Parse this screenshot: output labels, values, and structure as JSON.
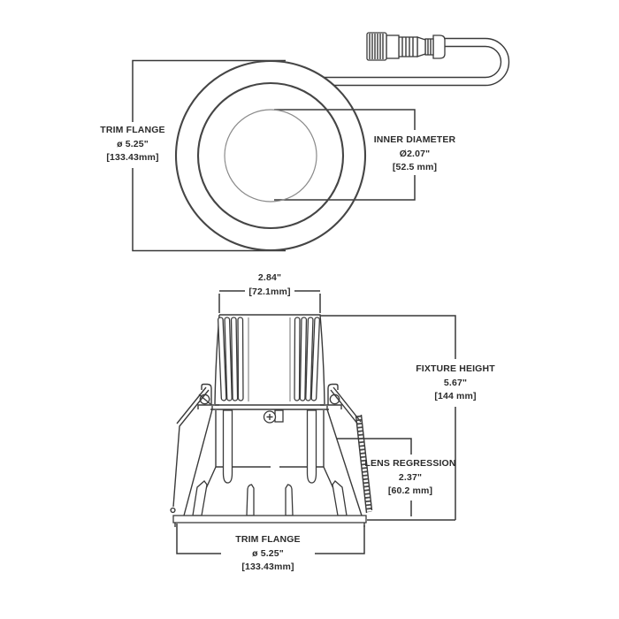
{
  "page": {
    "background": "#ffffff",
    "line_color": "#3a3a3a",
    "text_color": "#2b2b2b",
    "description": "Recessed LED downlight fixture dimension drawing, top view and side view"
  },
  "top_view": {
    "trim_flange": {
      "title": "TRIM FLANGE",
      "imperial": "ø 5.25\"",
      "metric": "[133.43mm]"
    },
    "inner_diameter": {
      "title": "INNER DIAMETER",
      "imperial": "Ø2.07\"",
      "metric": "[52.5 mm]"
    }
  },
  "side_view": {
    "width": {
      "imperial": "2.84\"",
      "metric": "[72.1mm]"
    },
    "fixture_height": {
      "title": "FIXTURE HEIGHT",
      "imperial": "5.67\"",
      "metric": "[144 mm]"
    },
    "lens_regression": {
      "title": "LENS REGRESSION",
      "imperial": "2.37\"",
      "metric": "[60.2 mm]"
    },
    "trim_flange": {
      "title": "TRIM FLANGE",
      "imperial": "ø 5.25\"",
      "metric": "[133.43mm]"
    }
  }
}
